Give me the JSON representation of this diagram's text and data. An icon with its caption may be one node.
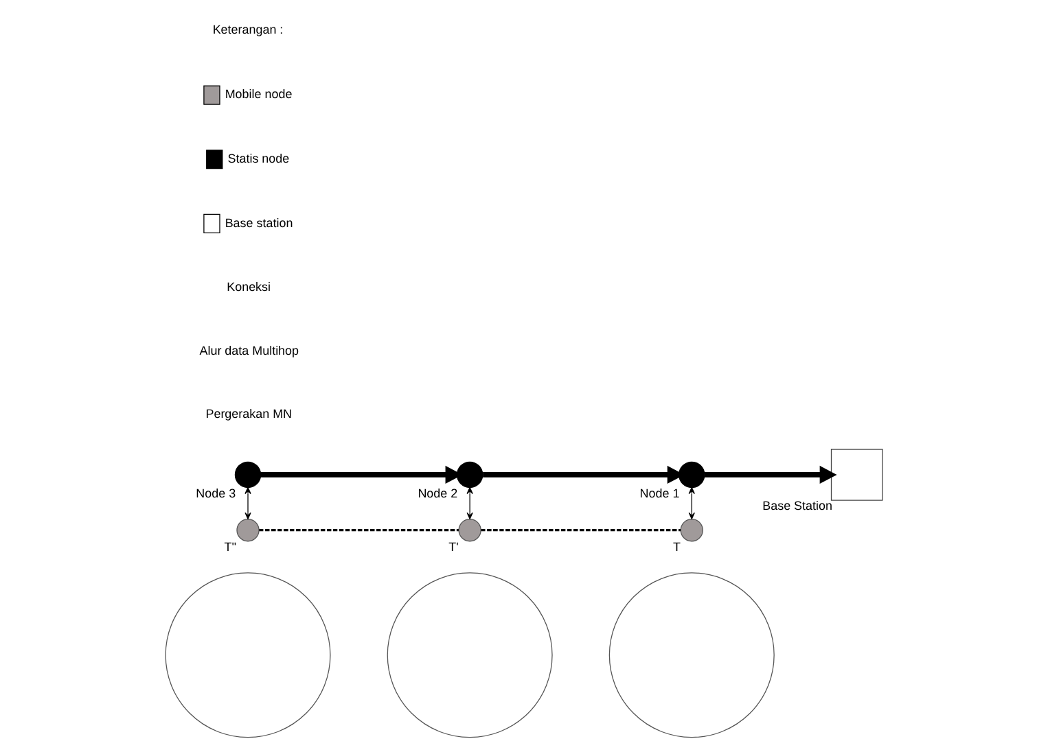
{
  "diagram": {
    "nodes": [
      {
        "text": [],
        "shape": "circle"
      },
      {
        "text": [],
        "shape": "circle"
      },
      {
        "text": [],
        "shape": "circle"
      },
      {
        "text": [],
        "shape": "circle",
        "beside": [
          "T''"
        ]
      },
      {
        "text": [],
        "shape": "circle",
        "beside": [
          "T'"
        ]
      },
      {
        "text": [],
        "shape": "circle",
        "beside": [
          "T"
        ]
      },
      {
        "text": [],
        "shape": "circle",
        "beside": [
          "Node 3"
        ]
      },
      {
        "text": [],
        "shape": "circle",
        "beside": [
          "Node 2"
        ]
      },
      {
        "text": [],
        "shape": "circle",
        "beside": [
          "Node 1"
        ]
      },
      {
        "text": [],
        "shape": "box",
        "beside": [
          "Base Station"
        ]
      }
    ],
    "edges": [
      {
        "from": 3,
        "to": 4,
        "arrow": "none",
        "style": "dashed"
      },
      {
        "from": 4,
        "to": 5,
        "arrow": "none",
        "style": "dashed"
      },
      {
        "from": 6,
        "to": 3,
        "arrow": "both"
      },
      {
        "from": 7,
        "to": 4,
        "arrow": "both"
      },
      {
        "from": 8,
        "to": 5,
        "arrow": "both"
      },
      {
        "from": 6,
        "to": 7,
        "arrow": "to",
        "style": "thick"
      },
      {
        "from": 7,
        "to": 8,
        "arrow": "to",
        "style": "thick"
      },
      {
        "from": 8,
        "to": 9,
        "arrow": "to",
        "style": "thick"
      }
    ],
    "labels": [
      "Keterangan :"
    ],
    "legend": [
      {
        "text": "Mobile node",
        "color": "#a09a9a"
      },
      {
        "text": "Statis node",
        "color": "#000000"
      },
      {
        "text": "Base station",
        "color": "#ffffff"
      },
      {
        "text": "Koneksi"
      },
      {
        "text": "Alur data Multihop"
      },
      {
        "text": "Pergerakan MN"
      }
    ]
  }
}
